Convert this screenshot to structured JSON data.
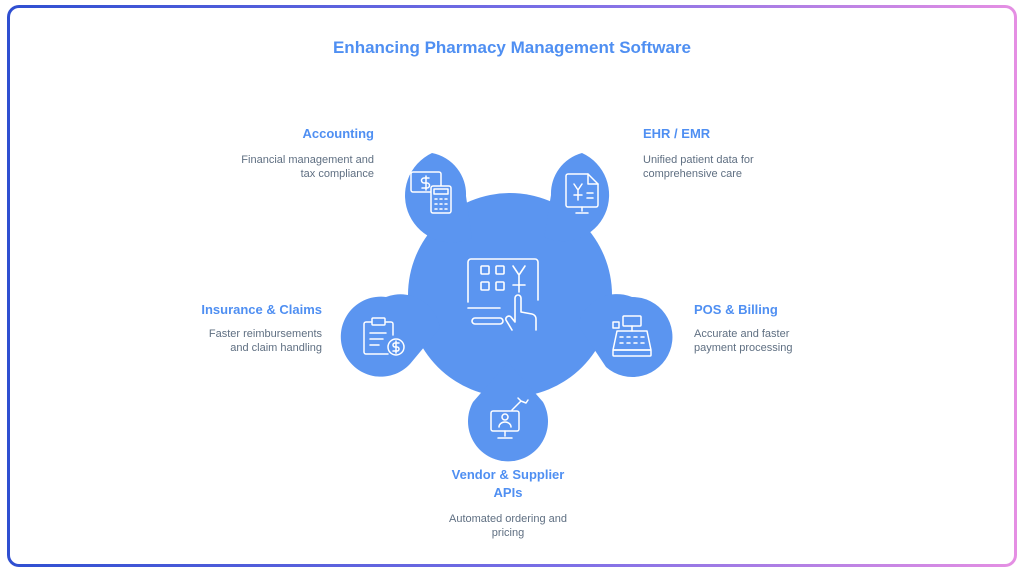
{
  "title": "Enhancing Pharmacy Management Software",
  "colors": {
    "accent": "#4f8ff2",
    "fill": "#5b95f0",
    "text": "#5f6f82"
  },
  "hub": {
    "icon": "pharmacy-terminal-icon"
  },
  "nodes": {
    "accounting": {
      "title": "Accounting",
      "desc": "Financial management and\ntax compliance",
      "icon": "money-calculator-icon"
    },
    "ehr": {
      "title": "EHR / EMR",
      "desc": "Unified patient data for\ncomprehensive care",
      "icon": "patient-record-monitor-icon"
    },
    "insurance": {
      "title": "Insurance & Claims",
      "desc": "Faster reimbursements\nand claim handling",
      "icon": "clipboard-dollar-icon"
    },
    "pos": {
      "title": "POS & Billing",
      "desc": "Accurate and faster\npayment processing",
      "icon": "cash-register-icon"
    },
    "vendor": {
      "title": "Vendor & Supplier\nAPIs",
      "desc": "Automated ordering and\npricing",
      "icon": "supplier-monitor-icon"
    }
  }
}
